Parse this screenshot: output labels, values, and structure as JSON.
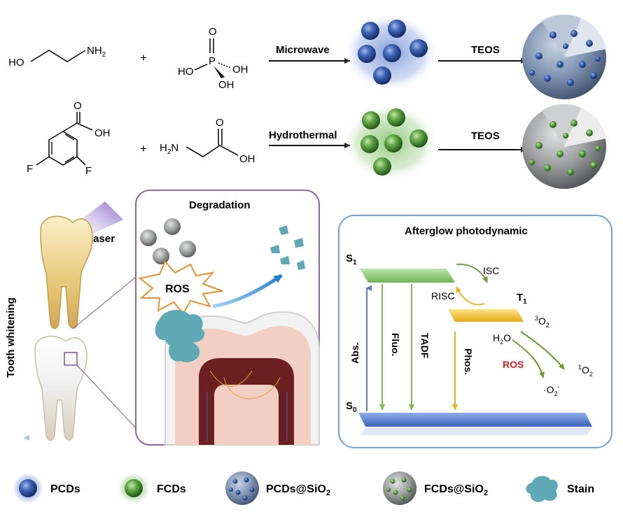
{
  "row1": {
    "reactant1": {
      "atoms": [
        "HO",
        "NH2"
      ]
    },
    "plus": "+",
    "reactant2": {
      "atoms": [
        "O",
        "P",
        "HO",
        "OH",
        "OH"
      ]
    },
    "method": "Microwave",
    "reagent": "TEOS"
  },
  "row2": {
    "reactant1": {
      "atoms": [
        "O",
        "OH",
        "F",
        "F"
      ]
    },
    "plus": "+",
    "reactant2": {
      "atoms": [
        "H2N",
        "O",
        "OH"
      ]
    },
    "method": "Hydrothermal",
    "reagent": "TEOS"
  },
  "tooth_whitening": {
    "axis_label": "Tooth whitening",
    "laser_label": "Laser"
  },
  "degradation_panel": {
    "title": "Degradation",
    "ros_label": "ROS"
  },
  "afterglow_panel": {
    "title": "Afterglow photodynamic",
    "s1": "S1",
    "s0": "S0",
    "t1": "T1",
    "isc": "ISC",
    "risc": "RISC",
    "abs": "Abs.",
    "fluo": "Fluo.",
    "tadf": "TADF",
    "phos": "Phos.",
    "o2_triplet": "3O2",
    "o2_singlet": "1O2",
    "h2o": "H2O",
    "ros": "ROS",
    "superoxide": "·O2-"
  },
  "legend": [
    {
      "label": "PCDs",
      "icon": "blue-dot-icon"
    },
    {
      "label": "FCDs",
      "icon": "green-dot-icon"
    },
    {
      "label": "PCDs@SiO2",
      "icon": "pcds-sio2-icon"
    },
    {
      "label": "FCDs@SiO2",
      "icon": "fcds-sio2-icon"
    },
    {
      "label": "Stain",
      "icon": "stain-icon"
    }
  ],
  "colors": {
    "blue_dot": "#2f5aa8",
    "green_dot": "#4f9a3a",
    "blue_glow": "#8aa6de",
    "green_glow": "#9fcf8c",
    "sphere_blue": "#6f87a8",
    "sphere_gray": "#8c8e90",
    "stain": "#5fa8b5",
    "degradation_border": "#8a6aa0",
    "afterglow_border": "#6aa8d8",
    "abs_arrow": "#5a7bc4",
    "fluo_arrow": "#7cbf4a",
    "phos_arrow": "#e9b21a",
    "ros_text": "#d81f1f",
    "s1_bar": "#8fcf7a",
    "t1_bar": "#f0c12a",
    "s0_bar": "#4f79c8"
  }
}
